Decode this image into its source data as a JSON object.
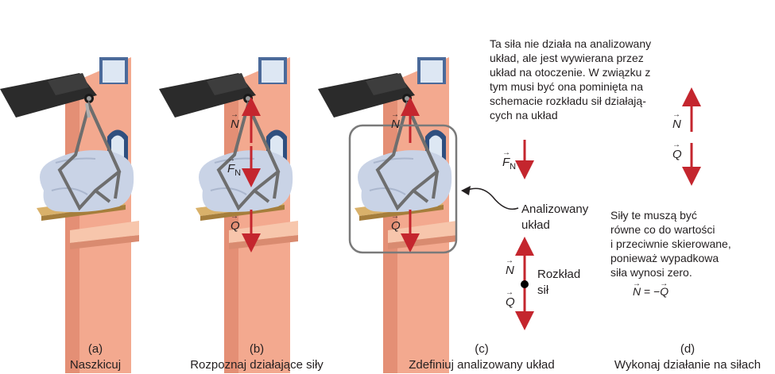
{
  "captions": [
    {
      "letter": "(a)",
      "title": "Naszkicuj"
    },
    {
      "letter": "(b)",
      "title": "Rozpoznaj działające siły"
    },
    {
      "letter": "(c)",
      "title": "Zdefiniuj analizowany układ"
    },
    {
      "letter": "(d)",
      "title": "Wykonaj działanie na siłach"
    }
  ],
  "annotations": {
    "note_top": [
      "Ta siła nie działa na analizowany",
      "układ, ale jest wywierana przez",
      "układ na otoczenie. W związku z",
      "tym musi być ona pominięta na",
      "schemacie rozkładu sił działają-",
      "cych na układ"
    ],
    "system_label": [
      "Analizowany",
      "układ"
    ],
    "fbd_label": [
      "Rozkład",
      "sił"
    ],
    "note_right": [
      "Siły te muszą być",
      "równe co do wartości",
      "i przeciwnie skierowane,",
      "ponieważ wypadkowa",
      "siła wynosi zero."
    ],
    "equation": {
      "lhs": "N",
      "eq": " = −",
      "rhs": "Q"
    }
  },
  "vectors": {
    "N": "N",
    "Q": "Q",
    "F": "F",
    "F_sub": "N"
  },
  "colors": {
    "arrow": "#c4262e",
    "wall": "#f3a98f",
    "wall_shadow": "#e48f75",
    "crane": "#2b2b2b",
    "bag": "#c9d3e6",
    "strap": "#6e6e6e",
    "plank": "#d9b16a",
    "box": "#7a7a7a"
  }
}
